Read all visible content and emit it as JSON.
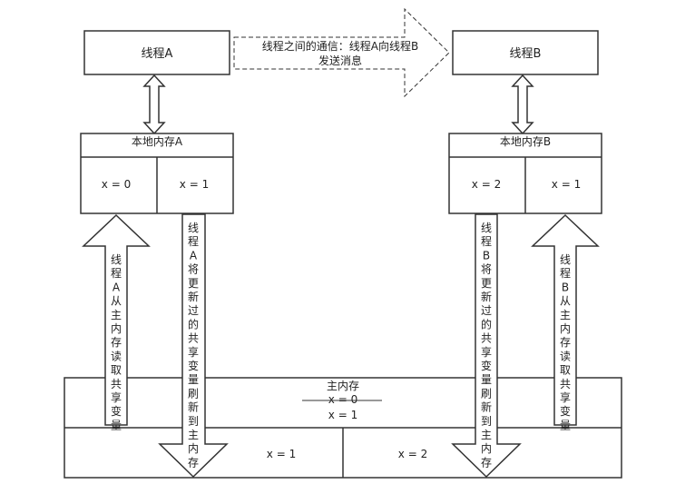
{
  "thread_a": {
    "label": "线程A"
  },
  "thread_b": {
    "label": "线程B"
  },
  "message": {
    "line1": "线程之间的通信：线程A向线程B",
    "line2": "发送消息"
  },
  "local_memory_a": {
    "title": "本地内存A",
    "cell_left": "x = 0",
    "cell_right": "x = 1"
  },
  "local_memory_b": {
    "title": "本地内存B",
    "cell_left": "x = 2",
    "cell_right": "x = 1"
  },
  "main_memory": {
    "title": "主内存",
    "old_value": "x = 0",
    "new_value": "x = 1",
    "cell_left": "x = 1",
    "cell_right": "x = 2"
  },
  "arrows": {
    "a_read": "线程A从主内存读取共享变量",
    "a_flush": "线程A将更新过的共享变量刷新到主内存",
    "b_flush": "线程B将更新过的共享变量刷新到主内存",
    "b_read": "线程B从主内存读取共享变量"
  }
}
